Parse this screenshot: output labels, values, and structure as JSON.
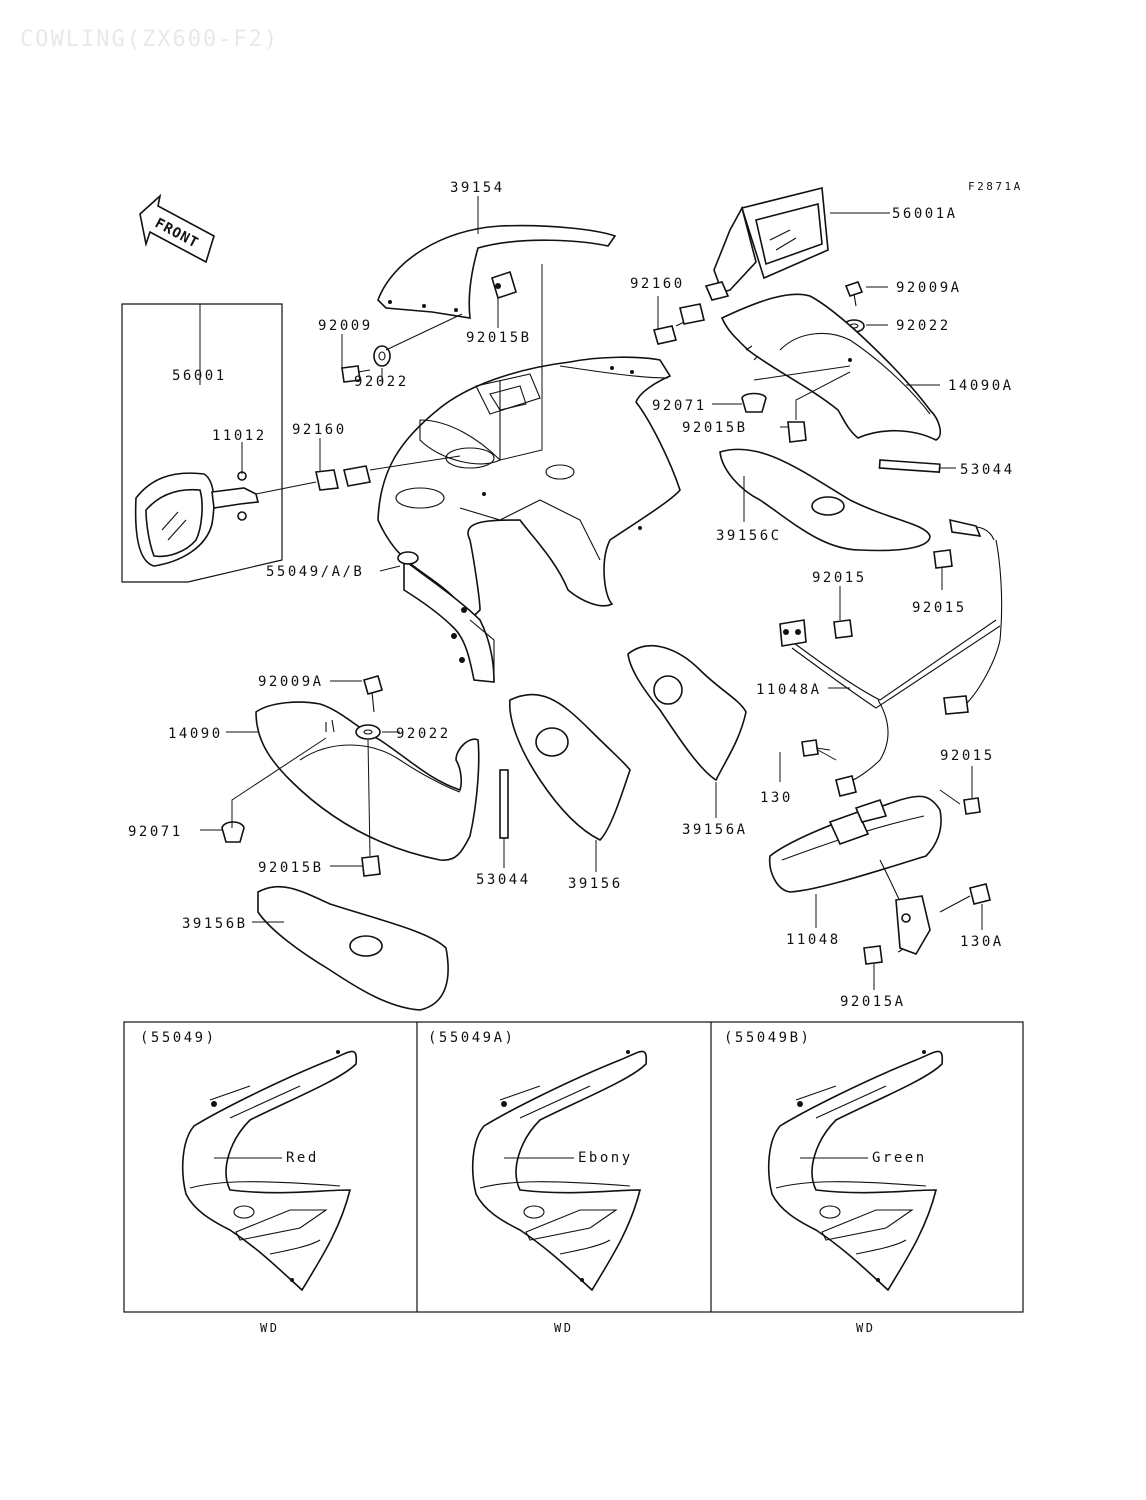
{
  "page": {
    "ghost_title": "COWLING(ZX600-F2)",
    "figure_id": "F2871A",
    "front_label": "FRONT"
  },
  "labels": {
    "p39154": "39154",
    "p56001A": "56001A",
    "p92009A_top": "92009A",
    "p92022_top": "92022",
    "p92160_top": "92160",
    "p92009": "92009",
    "p92015B_top": "92015B",
    "p92022_mid": "92022",
    "p56001": "56001",
    "p11012": "11012",
    "p92160_left": "92160",
    "p92071_right": "92071",
    "p92015B_right": "92015B",
    "p14090A": "14090A",
    "p53044_right": "53044",
    "p39156C": "39156C",
    "p55049AB": "55049/A/B",
    "p92015_a": "92015",
    "p92015_b": "92015",
    "p11048A": "11048A",
    "p92009A_low": "92009A",
    "p92022_low": "92022",
    "p14090": "14090",
    "p130": "130",
    "p92015_c": "92015",
    "p39156A": "39156A",
    "p92071_left": "92071",
    "p92015B_low": "92015B",
    "p53044_low": "53044",
    "p39156": "39156",
    "p11048": "11048",
    "p130A": "130A",
    "p39156B": "39156B",
    "p92015A": "92015A"
  },
  "variants": [
    {
      "code": "(55049)",
      "color": "Red",
      "note": "WD"
    },
    {
      "code": "(55049A)",
      "color": "Ebony",
      "note": "WD"
    },
    {
      "code": "(55049B)",
      "color": "Green",
      "note": "WD"
    }
  ]
}
